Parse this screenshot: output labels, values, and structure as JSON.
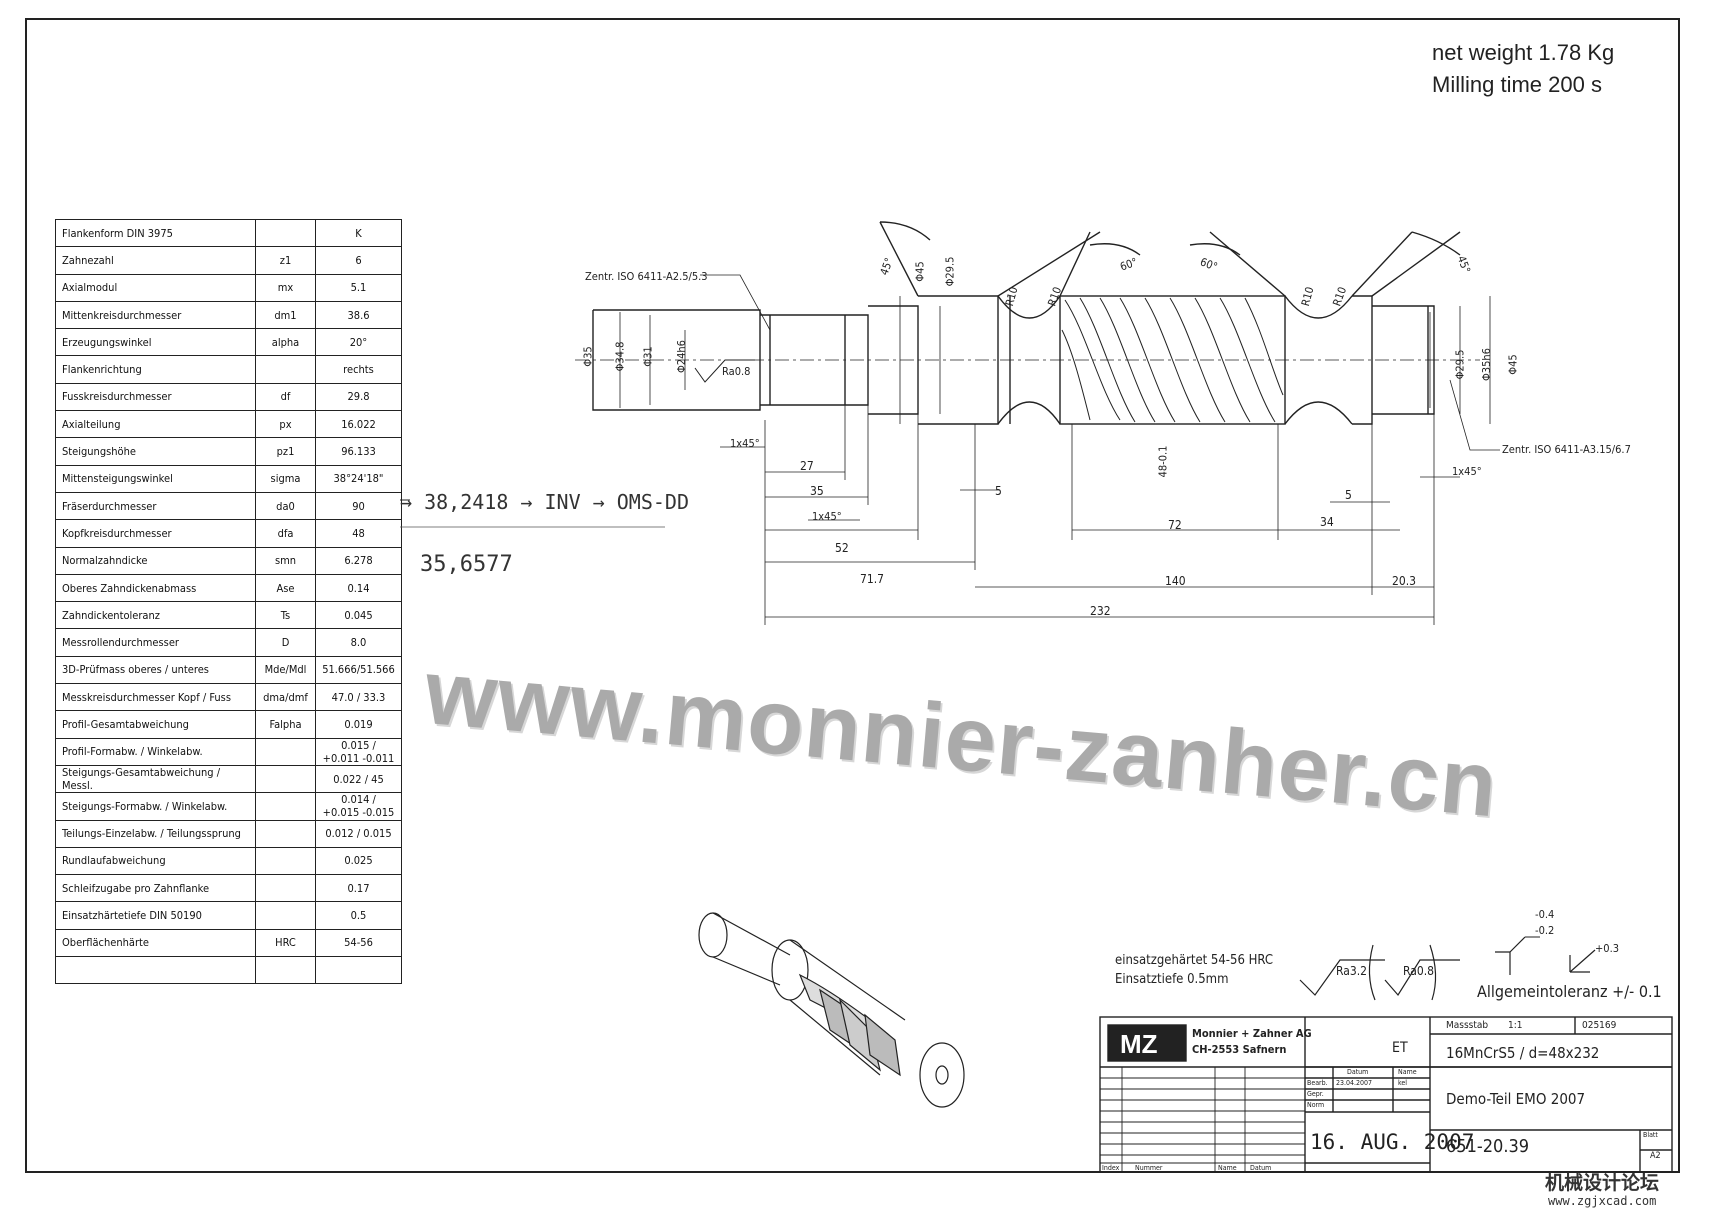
{
  "header_notes": {
    "net_weight": "net weight 1.78 Kg",
    "milling_time": "Milling time 200 s"
  },
  "spec_table": [
    {
      "label": "Flankenform DIN 3975",
      "symbol": "",
      "value": "K"
    },
    {
      "label": "Zahnezahl",
      "symbol": "z1",
      "value": "6"
    },
    {
      "label": "Axialmodul",
      "symbol": "mx",
      "value": "5.1"
    },
    {
      "label": "Mittenkreisdurchmesser",
      "symbol": "dm1",
      "value": "38.6"
    },
    {
      "label": "Erzeugungswinkel",
      "symbol": "alpha",
      "value": "20°"
    },
    {
      "label": "Flankenrichtung",
      "symbol": "",
      "value": "rechts"
    },
    {
      "label": "Fusskreisdurchmesser",
      "symbol": "df",
      "value": "29.8"
    },
    {
      "label": "Axialteilung",
      "symbol": "px",
      "value": "16.022"
    },
    {
      "label": "Steigungshöhe",
      "symbol": "pz1",
      "value": "96.133"
    },
    {
      "label": "Mittensteigungswinkel",
      "symbol": "sigma",
      "value": "38°24'18\""
    },
    {
      "label": "Fräserdurchmesser",
      "symbol": "da0",
      "value": "90"
    },
    {
      "label": "Kopfkreisdurchmesser",
      "symbol": "dfa",
      "value": "48"
    },
    {
      "label": "Normalzahndicke",
      "symbol": "smn",
      "value": "6.278"
    },
    {
      "label": "Oberes Zahndickenabmass",
      "symbol": "Ase",
      "value": "0.14"
    },
    {
      "label": "Zahndickentoleranz",
      "symbol": "Ts",
      "value": "0.045"
    },
    {
      "label": "Messrollendurchmesser",
      "symbol": "D",
      "value": "8.0"
    },
    {
      "label": "3D-Prüfmass    oberes / unteres",
      "symbol": "Mde/Mdl",
      "value": "51.666/51.566"
    },
    {
      "label": "Messkreisdurchmesser  Kopf / Fuss",
      "symbol": "dma/dmf",
      "value": "47.0 / 33.3"
    },
    {
      "label": "Profil-Gesamtabweichung",
      "symbol": "Falpha",
      "value": "0.019"
    },
    {
      "label": "Profil-Formabw. / Winkelabw.",
      "symbol": "",
      "value": "0.015 / +0.011 -0.011"
    },
    {
      "label": "Steigungs-Gesamtabweichung / Messl.",
      "symbol": "",
      "value": "0.022 / 45"
    },
    {
      "label": "Steigungs-Formabw. / Winkelabw.",
      "symbol": "",
      "value": "0.014 / +0.015 -0.015"
    },
    {
      "label": "Teilungs-Einzelabw. / Teilungssprung",
      "symbol": "",
      "value": "0.012 / 0.015"
    },
    {
      "label": "Rundlaufabweichung",
      "symbol": "",
      "value": "0.025"
    },
    {
      "label": "Schleifzugabe pro Zahnflanke",
      "symbol": "",
      "value": "0.17"
    },
    {
      "label": "Einsatzhärtetiefe DIN 50190",
      "symbol": "",
      "value": "0.5"
    },
    {
      "label": "Oberflächenhärte",
      "symbol": "HRC",
      "value": "54-56"
    },
    {
      "label": "",
      "symbol": "",
      "value": ""
    }
  ],
  "handwriting": {
    "line1": "→ 38,2418 → INV → OMS-DD",
    "line2": "35,6577"
  },
  "drawing": {
    "centre_left": "Zentr. ISO 6411-A2.5/5.3",
    "centre_right": "Zentr. ISO 6411-A3.15/6.7",
    "diameters": [
      "Φ35",
      "Φ34.8",
      "Φ31",
      "Φ24h6",
      "Φ45",
      "Φ29.5",
      "Φ29.5",
      "Φ35h6",
      "Φ45"
    ],
    "roughness_small": "Ra0.8",
    "angles": [
      "45°",
      "60°",
      "60°",
      "45°"
    ],
    "radii": [
      "R10",
      "R10",
      "R10",
      "R10"
    ],
    "dim_48": "48-0.1",
    "chamfers": [
      "1x45°",
      "1x45°",
      "1x45°"
    ],
    "lengths": [
      "27",
      "35",
      "52",
      "71.7",
      "5",
      "72",
      "34",
      "5",
      "140",
      "20.3",
      "232"
    ]
  },
  "watermark": {
    "main": "www.monnier-zanher.cn",
    "forum": "机械设计论坛",
    "site": "www.zgjxcad.com"
  },
  "surface_notes": {
    "hardening": "einsatzgehärtet 54-56 HRC",
    "depth": "Einsatztiefe 0.5mm",
    "ra_main": "Ra3.2",
    "ra_paren": "Ra0.8",
    "tol_a": "-0.4",
    "tol_b": "-0.2",
    "tol_c": "+0.3",
    "general_tol": "Allgemeintoleranz +/- 0.1"
  },
  "title_block": {
    "company": "Monnier + Zahner AG",
    "city": "CH-2553 Safnern",
    "et": "ET",
    "massstab_label": "Massstab",
    "massstab": "1:1",
    "number_top": "025169",
    "material": "16MnCrS5 / d=48x232",
    "datum_label": "Datum",
    "name_label": "Name",
    "bearb": "Bearb.",
    "gepr": "Gepr.",
    "norm": "Norm",
    "bearb_date": "23.04.2007",
    "bearb_name": "kel",
    "title": "Demo-Teil EMO 2007",
    "date_stamp": "16. AUG. 2007",
    "drawing_number": "651-20.39",
    "blatt_label": "Blatt",
    "blatt": "A2",
    "index": "Index",
    "nummer": "Nummer",
    "name": "Name",
    "datum": "Datum"
  }
}
